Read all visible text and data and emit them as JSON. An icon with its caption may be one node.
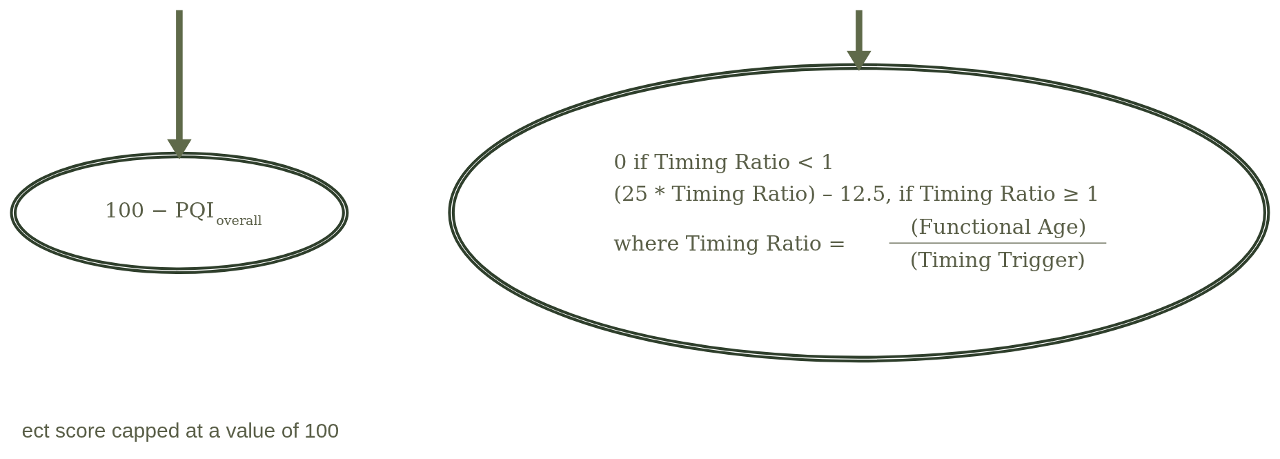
{
  "diagram": {
    "nodes": [
      {
        "text": [
          "100 − PQI$_{overall}$"
        ]
      },
      {
        "text": [
          "0 if Timing Ratio < 1",
          "(25 * Timing Ratio) – 12.5, if Timing Ratio ≥ 1",
          "where Timing Ratio =",
          "(Functional Age)",
          "(Timing Trigger)"
        ]
      }
    ],
    "edges": [
      {
        "from": null,
        "to": 0,
        "arrow": "to"
      },
      {
        "from": null,
        "to": 1,
        "arrow": "to"
      }
    ],
    "labels": [
      "ect score capped at a value of 100"
    ]
  }
}
